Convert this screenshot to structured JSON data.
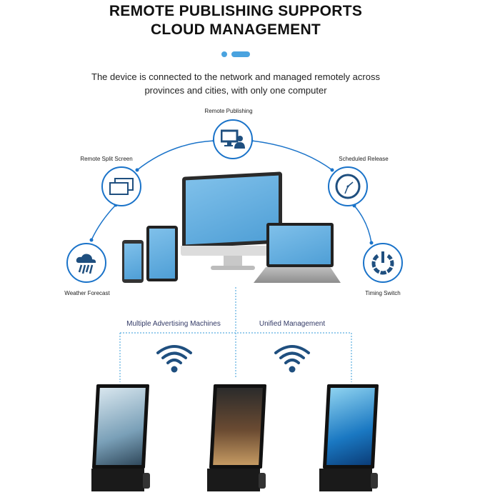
{
  "header": {
    "title_line1": "REMOTE PUBLISHING SUPPORTS",
    "title_line2": "CLOUD MANAGEMENT",
    "subtitle_line1": "The device is connected to the network and managed remotely across",
    "subtitle_line2": "provinces and cities, with only one computer",
    "accent_color": "#4aa3df"
  },
  "features": [
    {
      "label": "Remote Publishing",
      "icon": "monitor-user-icon"
    },
    {
      "label": "Remote Split Screen",
      "icon": "split-screen-icon"
    },
    {
      "label": "Scheduled Release",
      "icon": "clock-icon"
    },
    {
      "label": "Weather Forecast",
      "icon": "weather-icon"
    },
    {
      "label": "Timing Switch",
      "icon": "power-icon"
    }
  ],
  "distribution": {
    "left_label": "Multiple Advertising Machines",
    "right_label": "Unified Management"
  },
  "colors": {
    "primary": "#1a73c9",
    "icon_dark": "#1f4f7f",
    "dashed": "#5aaee0"
  }
}
